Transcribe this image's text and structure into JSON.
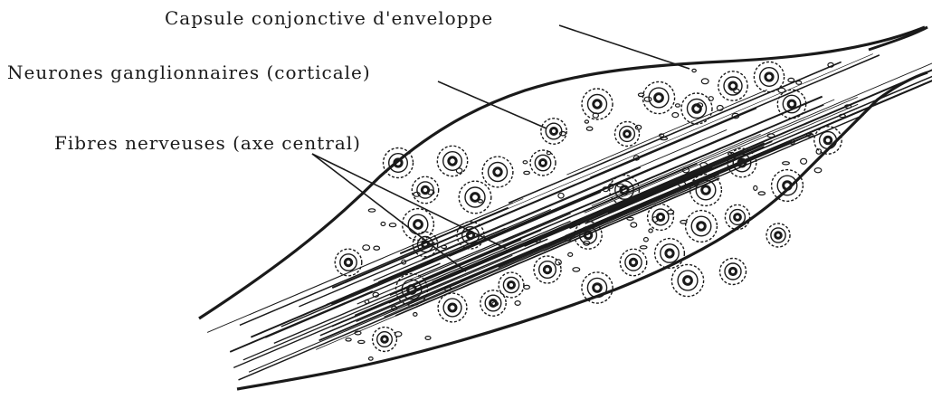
{
  "labels": {
    "capsule": "Capsule conjonctive d'enveloppe",
    "neurones": "Neurones ganglionnaires (corticale)",
    "fibres": "Fibres nerveuses (axe central)"
  },
  "colors": {
    "ink": "#1a1a1a",
    "background": "#ffffff"
  }
}
